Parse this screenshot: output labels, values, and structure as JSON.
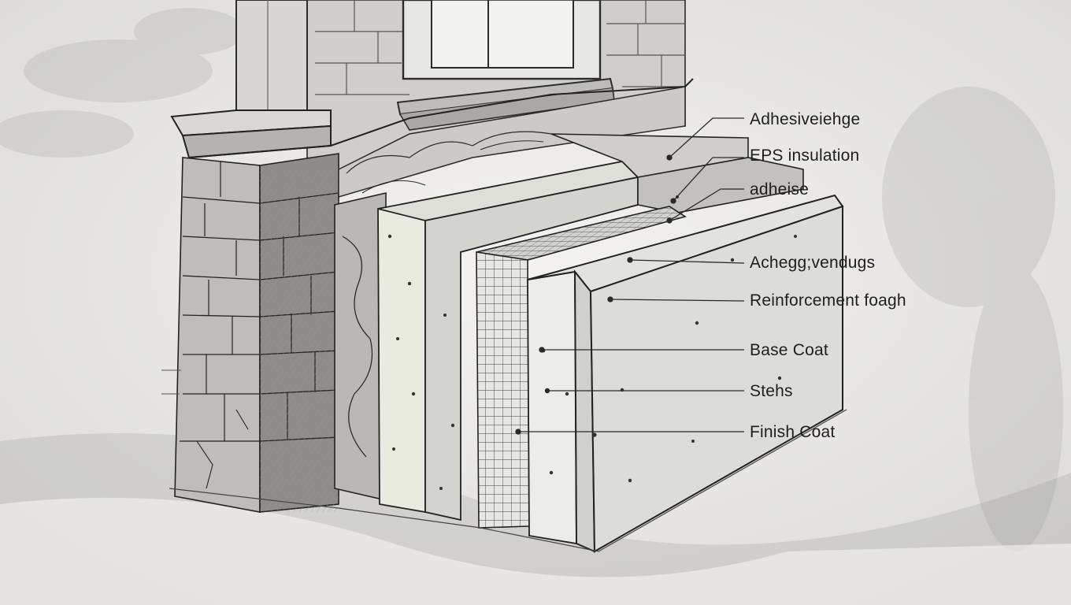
{
  "colors": {
    "paper": "#ecebe8",
    "ink": "#2a2a2a",
    "stone_light": "#c9c8c4",
    "stone_dark": "#6e6d6a",
    "foam": "#e9ebe3",
    "panel": "#dcdcd9"
  },
  "labels": [
    {
      "id": "adhesive-hedge",
      "text": "Adhesiveiehge"
    },
    {
      "id": "eps-insulation",
      "text": "EPS insulation"
    },
    {
      "id": "adheise",
      "text": "adheise"
    },
    {
      "id": "achegg-vendugs",
      "text": "Achegg;vendugs"
    },
    {
      "id": "reinforcement-foagh",
      "text": "Reinforcement  foagh"
    },
    {
      "id": "base-coat",
      "text": "Base Coat"
    },
    {
      "id": "stehs",
      "text": "Stehs"
    },
    {
      "id": "finish-coat",
      "text": "Finish Coat"
    }
  ]
}
